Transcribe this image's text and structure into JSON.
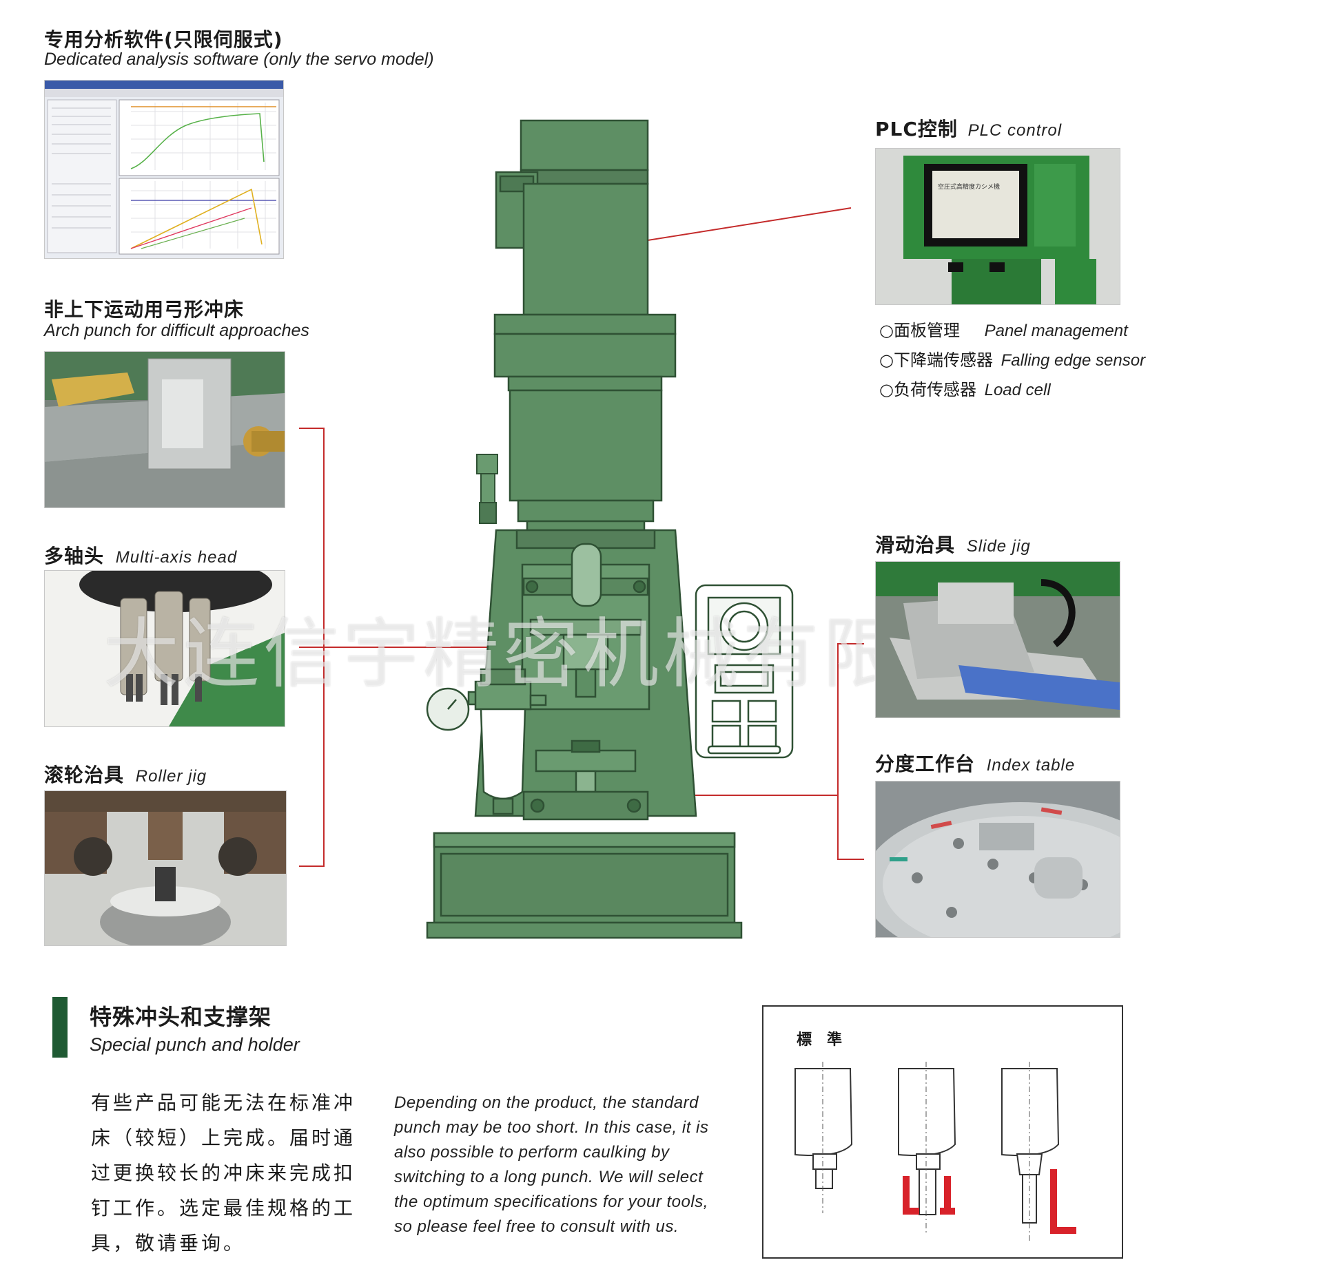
{
  "software": {
    "title_zh": "专用分析软件(只限伺服式)",
    "title_en": "Dedicated analysis software (only the servo model)"
  },
  "arch": {
    "title_zh": "非上下运动用弓形冲床",
    "title_en": "Arch punch for difficult approaches"
  },
  "multi": {
    "title_zh": "多轴头",
    "title_en": "Multi-axis head"
  },
  "roller": {
    "title_zh": "滚轮治具",
    "title_en": "Roller jig"
  },
  "plc": {
    "title_zh": "PLC控制",
    "title_en": "PLC control",
    "screen_text": "空圧式高精度カシメ機",
    "features": [
      {
        "zh": "○面板管理",
        "en": "Panel management"
      },
      {
        "zh": "○下降端传感器",
        "en": "Falling edge sensor"
      },
      {
        "zh": "○负荷传感器",
        "en": "Load cell"
      }
    ]
  },
  "slide": {
    "title_zh": "滑动治具",
    "title_en": "Slide jig"
  },
  "index": {
    "title_zh": "分度工作台",
    "title_en": "Index table"
  },
  "watermark": "大连信宇精密机械有限公司",
  "special": {
    "title_zh": "特殊冲头和支撑架",
    "title_en": "Special punch and holder",
    "body_zh": [
      "有些产品可能无法在标准冲",
      "床（较短）上完成。届时通",
      "过更换较长的冲床来完成扣",
      "钉工作。选定最佳规格的工",
      "具，敬请垂询。"
    ],
    "body_en": [
      "Depending on the product, the standard",
      "punch may be too short. In this case, it is",
      "also possible to perform caulking by",
      "switching to a long punch. We will select",
      "the optimum specifications for your tools,",
      "so please feel free to consult with us."
    ]
  },
  "diagram": {
    "label": "標　準"
  },
  "colors": {
    "machine_green": "#5e8f64",
    "machine_dark": "#2f5134",
    "accent_bar": "#1f5a33",
    "leader_red": "#c42b2b",
    "punch_red": "#d8222a"
  }
}
